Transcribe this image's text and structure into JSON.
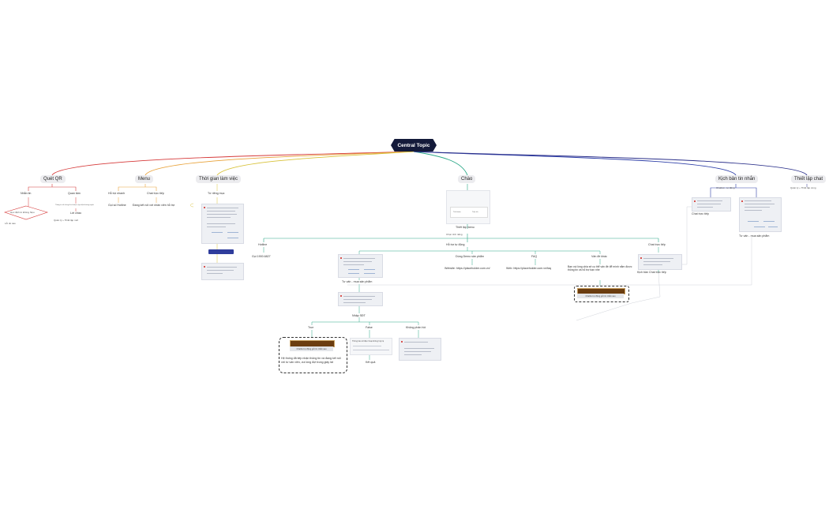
{
  "central_topic": "Central Topic",
  "branches": {
    "quet_qr": {
      "label": "Quét QR",
      "nhan_tin": "Nhắn tin",
      "quan_tam": "Quan tâm",
      "decision": "Học định kì không hiệu",
      "decision_result": "Lỗi do sao",
      "quan_tam_note": "Thông tin về chúng tôi sẽ được cập nhật thường xuyên",
      "loi_chao": "Lời chào",
      "quan_ly": "Quản lý + Thiết lập mới"
    },
    "menu": {
      "label": "Menu",
      "hotline_label": "Hỗ trợ nhanh",
      "chat_label": "Chat trực tiếp",
      "hotline_detail": "Gọi số Hotline",
      "chat_detail": "Đang kết nối với nhân viên hỗ trợ"
    },
    "thoi_gian": {
      "label": "Thời gian làm việc",
      "sub": "Từ riêng mục"
    },
    "chao": {
      "label": "Chào",
      "setup_menu": "Thiết lập menu",
      "quick_setup": "Chọn tính năng",
      "preview_left": "Tài khoản",
      "preview_right": "Tiện ích",
      "hotline": "Hotline",
      "hotline_number": "Gọi 1900.6827",
      "ho_tro": "Hỗ trợ tự động",
      "dung_demo": "Dùng Demo sản phẩm",
      "website": "Website: https://placeholder.com.vn/",
      "faq": "FAQ",
      "faq_link": "Web: https://placeholder.com.vn/faq",
      "van_de": "Vấn đề khác",
      "van_de_desc": "Bạn vui lòng chia sẻ cụ thể vấn đề để mình nắm được thông tin và hỗ trợ bạn nhé",
      "chat_truc_tiep": "Chat trực tiếp",
      "kich_ban_chat": "Kịch bản Chat trực tiếp",
      "tu_van": "Tư vấn - mua sản phẩm",
      "nhap_sdt": "Nhập SĐT",
      "true_label": "True",
      "false_label": "False",
      "khong_phan_hoi": "Không phản hồi",
      "true_note": "Hệ thống đã tiếp nhận thông tin và đang kết nối với tư vấn viên, vui lòng đợi trong giây lát",
      "chatbot_note": "Chatbot tự động gửi tin nhắn sau",
      "false_note": "Thông báo số điện thoại không hợp lệ",
      "ket_qua": "Kết quả"
    },
    "kich_ban": {
      "label": "Kịch bản tin nhắn",
      "sub": "Chatbot - tự động",
      "chat_truc_tiep": "Chat trực tiếp",
      "tu_van": "Tư vấn - mua sản phẩm"
    },
    "thiet_lap": {
      "label": "Thiết lập chat",
      "sub": "Quản lý + Thiết lập cùng"
    }
  },
  "colors": {
    "central_bg": "#141a3a",
    "red": "#d63a3a",
    "orange": "#e8a23a",
    "yellow": "#d8c23a",
    "green": "#2aa787",
    "blue": "#2e3fa8",
    "navy": "#2a2f8a"
  }
}
